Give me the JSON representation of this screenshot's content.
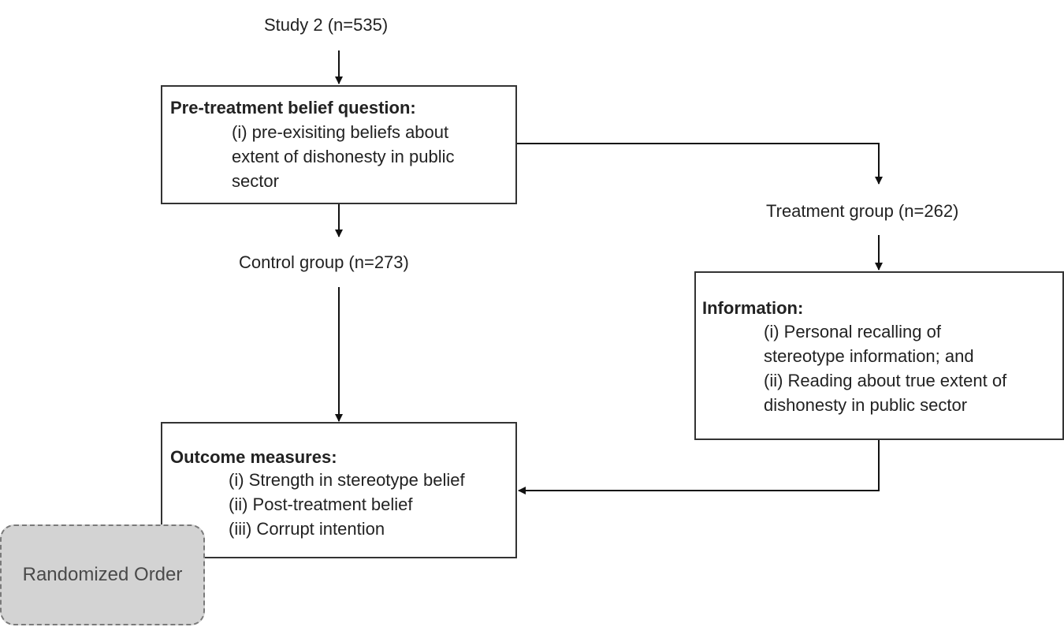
{
  "study": "Study 2 (n=535)",
  "pretreatment": {
    "title": "Pre-treatment belief question:",
    "items": [
      "(i) pre-exisiting beliefs about",
      "extent of dishonesty in public",
      "sector"
    ]
  },
  "control_group": "Control group (n=273)",
  "treatment_group": "Treatment group (n=262)",
  "information": {
    "title": "Information:",
    "items": [
      "(i) Personal recalling of",
      "stereotype information; and",
      "(ii) Reading about true extent of",
      "dishonesty in public sector"
    ]
  },
  "outcome": {
    "title": "Outcome measures:",
    "items": [
      "(i) Strength in stereotype belief",
      "(ii) Post-treatment belief",
      "(iii) Corrupt intention"
    ]
  },
  "randomized": "Randomized Order"
}
